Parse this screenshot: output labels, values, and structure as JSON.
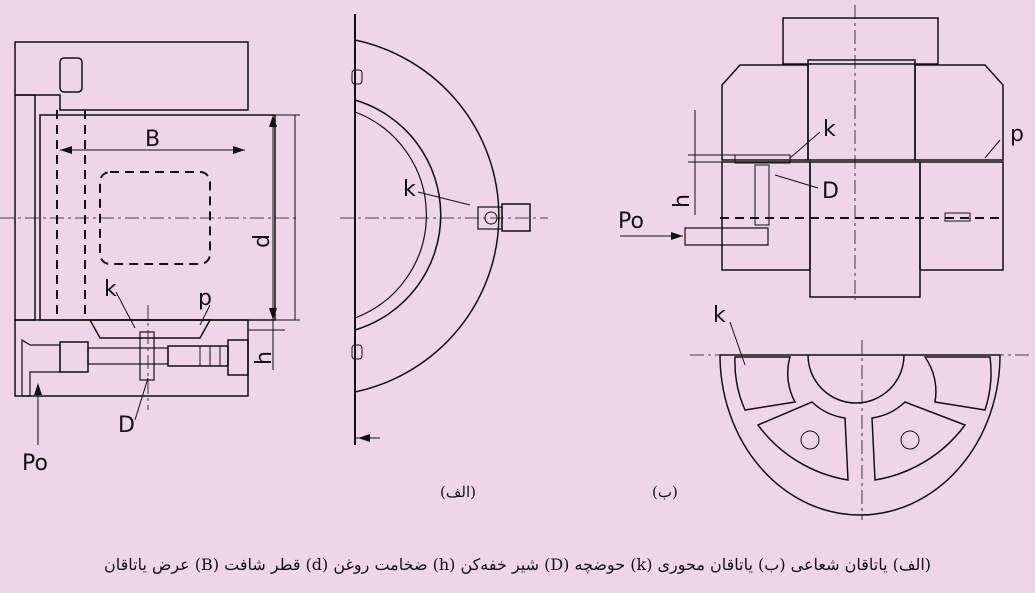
{
  "colors": {
    "background": "#efd6e6",
    "oil": "#cfe98f",
    "line": "#111111"
  },
  "labels": {
    "a": {
      "B": "B",
      "d": "d",
      "k": "k",
      "p": "p",
      "h": "h",
      "D": "D",
      "Po": "Po"
    },
    "b": {
      "k": "k"
    },
    "c": {
      "k1": "k",
      "p": "p",
      "D": "D",
      "h": "h",
      "Po": "Po",
      "k2": "k"
    }
  },
  "sublabels": {
    "left": "(الف)",
    "right": "(ب)"
  },
  "caption": "(الف) یاتاقان شعاعی (ب) یاتاقان محوری (k) حوضچه (D) شیر خفه‌کن (h) ضخامت روغن (d) قطر شافت (B) عرض یاتاقان"
}
